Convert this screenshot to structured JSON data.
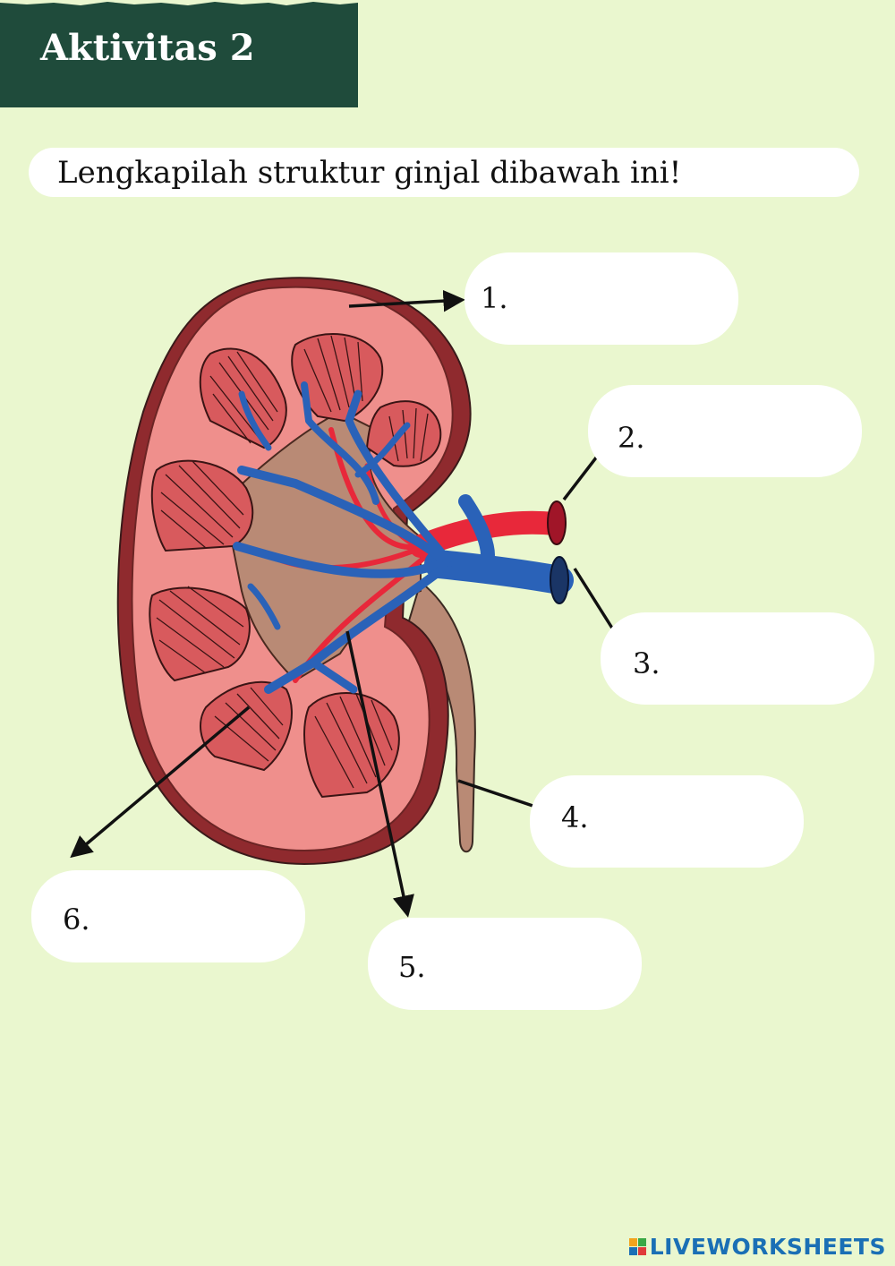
{
  "header": {
    "title": "Aktivitas 2"
  },
  "instruction": "Lengkapilah struktur ginjal dibawah ini!",
  "answers": [
    {
      "number": "1.",
      "value": ""
    },
    {
      "number": "2.",
      "value": ""
    },
    {
      "number": "3.",
      "value": ""
    },
    {
      "number": "4.",
      "value": ""
    },
    {
      "number": "5.",
      "value": ""
    },
    {
      "number": "6.",
      "value": ""
    }
  ],
  "footer": {
    "brand": "LIVEWORKSHEETS"
  },
  "colors": {
    "background": "#eaf7cf",
    "header": "#1f4b3b",
    "cortex": "#ef8f8c",
    "artery": "#e8283a",
    "vein": "#2a62b8",
    "ureter": "#b98a75",
    "brand": "#1a6fb5"
  }
}
